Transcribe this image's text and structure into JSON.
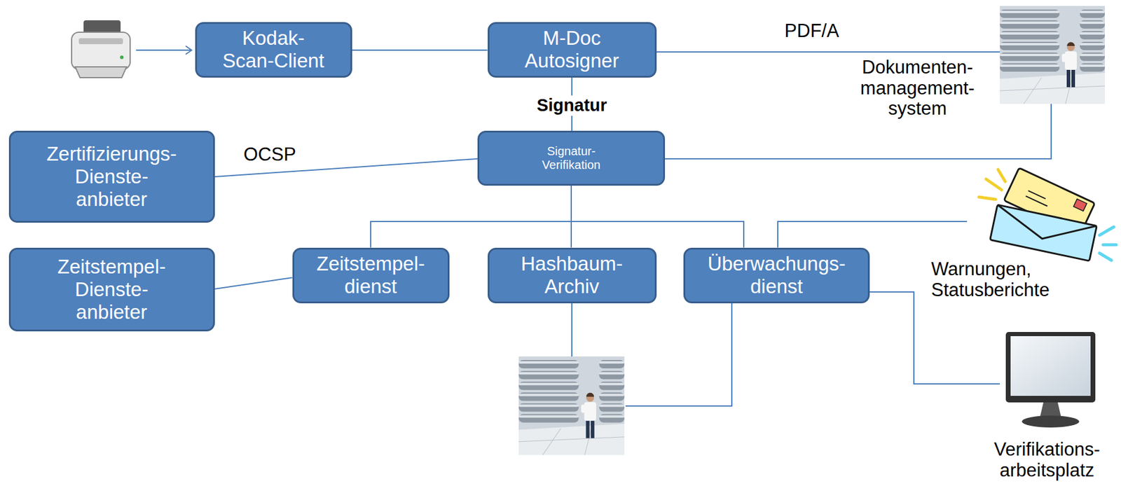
{
  "diagram": {
    "nodes": [
      {
        "text": [
          "Kodak- Scan-Client"
        ]
      },
      {
        "text": [
          "M-Doc Autosigner"
        ]
      },
      {
        "text": [
          "Dokumenten- management- system"
        ]
      },
      {
        "text": [
          "Zertifizierungs- Dienste- anbieter"
        ]
      },
      {
        "text": [
          "Signatur- Verifikation"
        ]
      },
      {
        "text": [
          "Zeitstempel- Dienste- anbieter"
        ]
      },
      {
        "text": [
          "Zeitstempel- dienst"
        ]
      },
      {
        "text": [
          "Hashbaum- Archiv"
        ]
      },
      {
        "text": [
          "Überwachungs- dienst"
        ]
      },
      {
        "text": [
          "Warnungen, Statusberichte"
        ]
      },
      {
        "text": [
          "Verifikations- arbeitsplatz"
        ]
      }
    ],
    "edges": [
      {
        "from": 0,
        "to": 1,
        "arrow": "none"
      },
      {
        "from": 1,
        "to": 2,
        "label": "PDF/A",
        "arrow": "none"
      },
      {
        "from": 1,
        "to": 4,
        "label": "Signatur",
        "arrow": "none"
      },
      {
        "from": 4,
        "to": 3,
        "label": "OCSP",
        "arrow": "none"
      },
      {
        "from": 4,
        "to": 2,
        "arrow": "none"
      },
      {
        "from": 4,
        "to": 6,
        "arrow": "none"
      },
      {
        "from": 4,
        "to": 7,
        "arrow": "none"
      },
      {
        "from": 4,
        "to": 8,
        "arrow": "none"
      },
      {
        "from": 6,
        "to": 5,
        "arrow": "none"
      },
      {
        "from": 8,
        "to": 9,
        "arrow": "none"
      },
      {
        "from": 8,
        "to": 10,
        "arrow": "none"
      }
    ]
  }
}
